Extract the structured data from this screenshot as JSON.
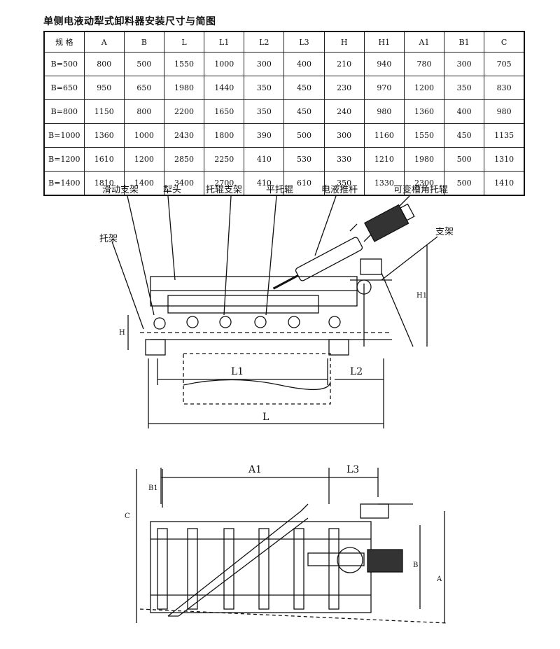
{
  "title": "单侧电液动犁式卸料器安装尺寸与简图",
  "table": {
    "headers": [
      "规 格",
      "A",
      "B",
      "L",
      "L1",
      "L2",
      "L3",
      "H",
      "H1",
      "A1",
      "B1",
      "C"
    ],
    "rows": [
      [
        "B=500",
        "800",
        "500",
        "1550",
        "1000",
        "300",
        "400",
        "210",
        "940",
        "780",
        "300",
        "705"
      ],
      [
        "B=650",
        "950",
        "650",
        "1980",
        "1440",
        "350",
        "450",
        "230",
        "970",
        "1200",
        "350",
        "830"
      ],
      [
        "B=800",
        "1150",
        "800",
        "2200",
        "1650",
        "350",
        "450",
        "240",
        "980",
        "1360",
        "400",
        "980"
      ],
      [
        "B=1000",
        "1360",
        "1000",
        "2430",
        "1800",
        "390",
        "500",
        "300",
        "1160",
        "1550",
        "450",
        "1135"
      ],
      [
        "B=1200",
        "1610",
        "1200",
        "2850",
        "2250",
        "410",
        "530",
        "330",
        "1210",
        "1980",
        "500",
        "1310"
      ],
      [
        "B=1400",
        "1810",
        "1400",
        "3400",
        "2700",
        "410",
        "610",
        "350",
        "1330",
        "2300",
        "500",
        "1410"
      ]
    ]
  },
  "labels": {
    "sliding_frame": "滑动支架",
    "plow_head": "犁头",
    "idler_bracket": "托辊支架",
    "flat_idler": "平托辊",
    "electro_hydraulic_pusher": "电液推杆",
    "variable_trough_idler": "可变槽角托辊",
    "support_frame": "支架",
    "bracket": "托架"
  },
  "dims": {
    "H": "H",
    "H1": "H1",
    "L1": "L1",
    "L2": "L2",
    "L": "L",
    "A1": "A1",
    "L3": "L3",
    "B1": "B1",
    "C": "C",
    "B": "B",
    "A": "A"
  }
}
